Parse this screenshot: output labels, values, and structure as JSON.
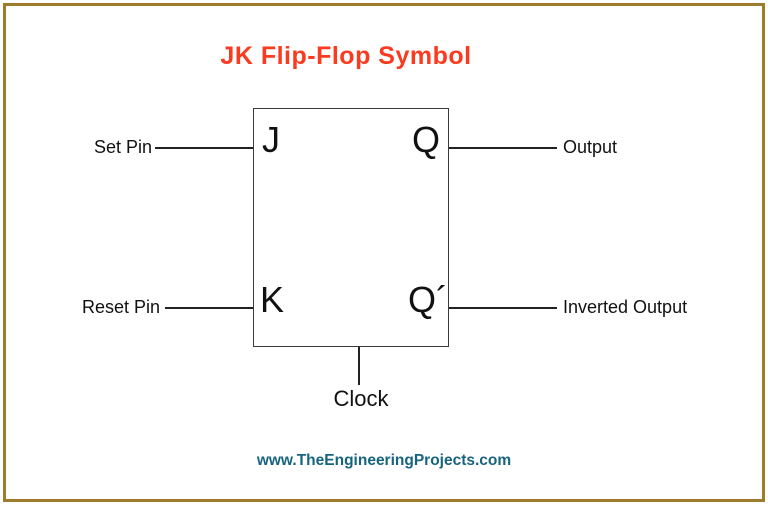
{
  "title": "JK Flip-Flop Symbol",
  "pins": {
    "set": {
      "label": "Set Pin",
      "symbol": "J"
    },
    "output": {
      "label": "Output",
      "symbol": "Q"
    },
    "reset": {
      "label": "Reset Pin",
      "symbol": "K"
    },
    "inverted_output": {
      "label": "Inverted Output",
      "symbol": "Q´"
    },
    "clock": {
      "label": "Clock"
    }
  },
  "footer": {
    "text": "www.TheEngineeringProjects.com"
  },
  "colors": {
    "title": "#fb3b20",
    "footer": "#17647e",
    "frame": "#9d7d2c",
    "wire": "#222222"
  }
}
